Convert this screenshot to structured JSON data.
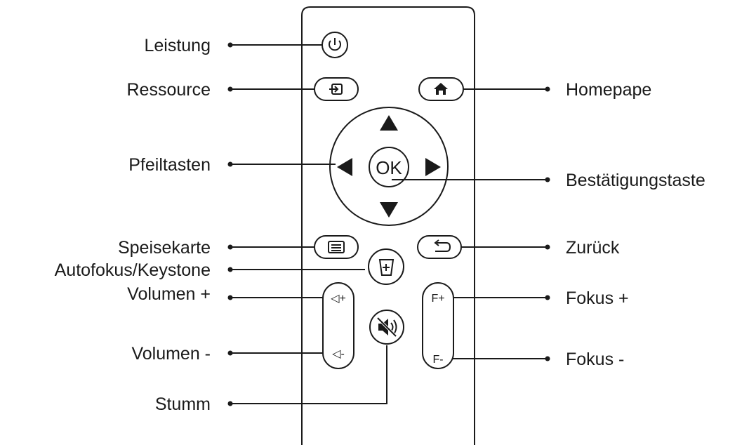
{
  "callouts": {
    "power": "Leistung",
    "source": "Ressource",
    "home": "Homepape",
    "arrows": "Pfeiltasten",
    "confirm": "Bestätigungstaste",
    "menu": "Speisekarte",
    "back": "Zurück",
    "autofocus": "Autofokus/Keystone",
    "volume_up": "Volumen +",
    "focus_up": "Fokus +",
    "volume_down": "Volumen -",
    "focus_down": "Fokus -",
    "mute": "Stumm"
  },
  "buttons": {
    "ok": "OK",
    "volume_up_glyph": "◁+",
    "volume_down_glyph": "◁-",
    "focus_up": "F+",
    "focus_down": "F-"
  },
  "icons": {
    "power": "power-icon",
    "source": "input-source-icon",
    "home": "home-icon",
    "menu": "menu-icon",
    "back": "back-icon",
    "autofocus": "autofocus-icon",
    "mute": "mute-icon"
  }
}
